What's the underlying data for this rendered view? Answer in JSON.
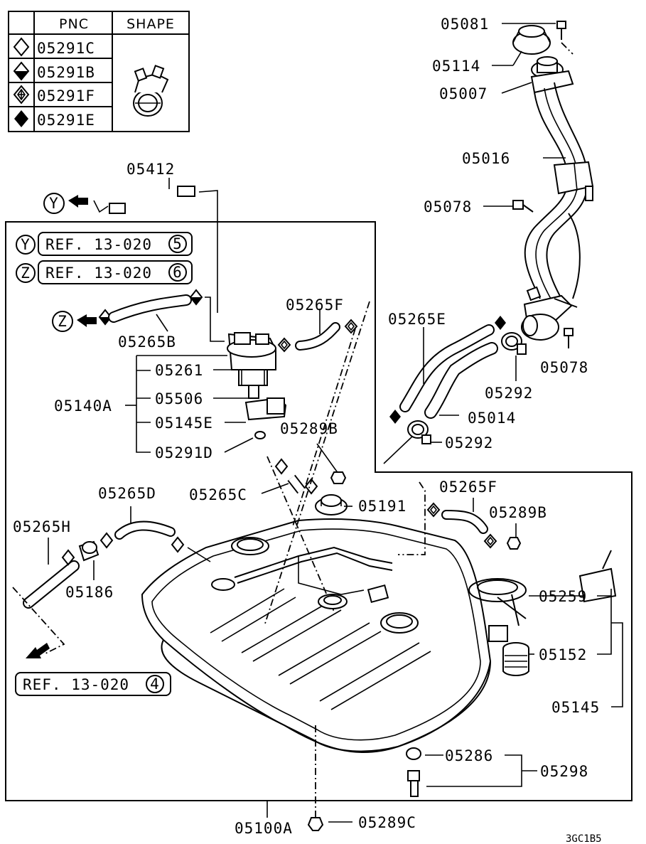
{
  "legend": {
    "header_pnc": "PNC",
    "header_shape": "SHAPE",
    "rows": [
      {
        "symbol": "diamond-outline-icon",
        "pnc": "05291C"
      },
      {
        "symbol": "diamond-half-filled-icon",
        "pnc": "05291B"
      },
      {
        "symbol": "diamond-cross-icon",
        "pnc": "05291F"
      },
      {
        "symbol": "diamond-filled-icon",
        "pnc": "05291E"
      }
    ]
  },
  "refs": {
    "y_letter": "Y",
    "y_text": "REF. 13-020",
    "y_num": "5",
    "z_letter": "Z",
    "z_text": "REF. 13-020",
    "z_num": "6",
    "bottom_text": "REF. 13-020",
    "bottom_num": "4"
  },
  "parts": {
    "p05081": "05081",
    "p05114": "05114",
    "p05007": "05007",
    "p05016": "05016",
    "p05078a": "05078",
    "p05078b": "05078",
    "p05412": "05412",
    "p05265F_top": "05265F",
    "p05265E": "05265E",
    "p05265B": "05265B",
    "p05261": "05261",
    "p05506": "05506",
    "p05140A": "05140A",
    "p05145E": "05145E",
    "p05291D": "05291D",
    "p05289B_top": "05289B",
    "p05292a": "05292",
    "p05014": "05014",
    "p05292b": "05292",
    "p05265D": "05265D",
    "p05265C": "05265C",
    "p05191": "05191",
    "p05265F_mid": "05265F",
    "p05289B_mid": "05289B",
    "p05265H": "05265H",
    "p05186": "05186",
    "p05259": "05259",
    "p05152": "05152",
    "p05145": "05145",
    "p05286": "05286",
    "p05298": "05298",
    "p05100A": "05100A",
    "p05289C": "05289C"
  },
  "diagram_code": "3GC1B5"
}
